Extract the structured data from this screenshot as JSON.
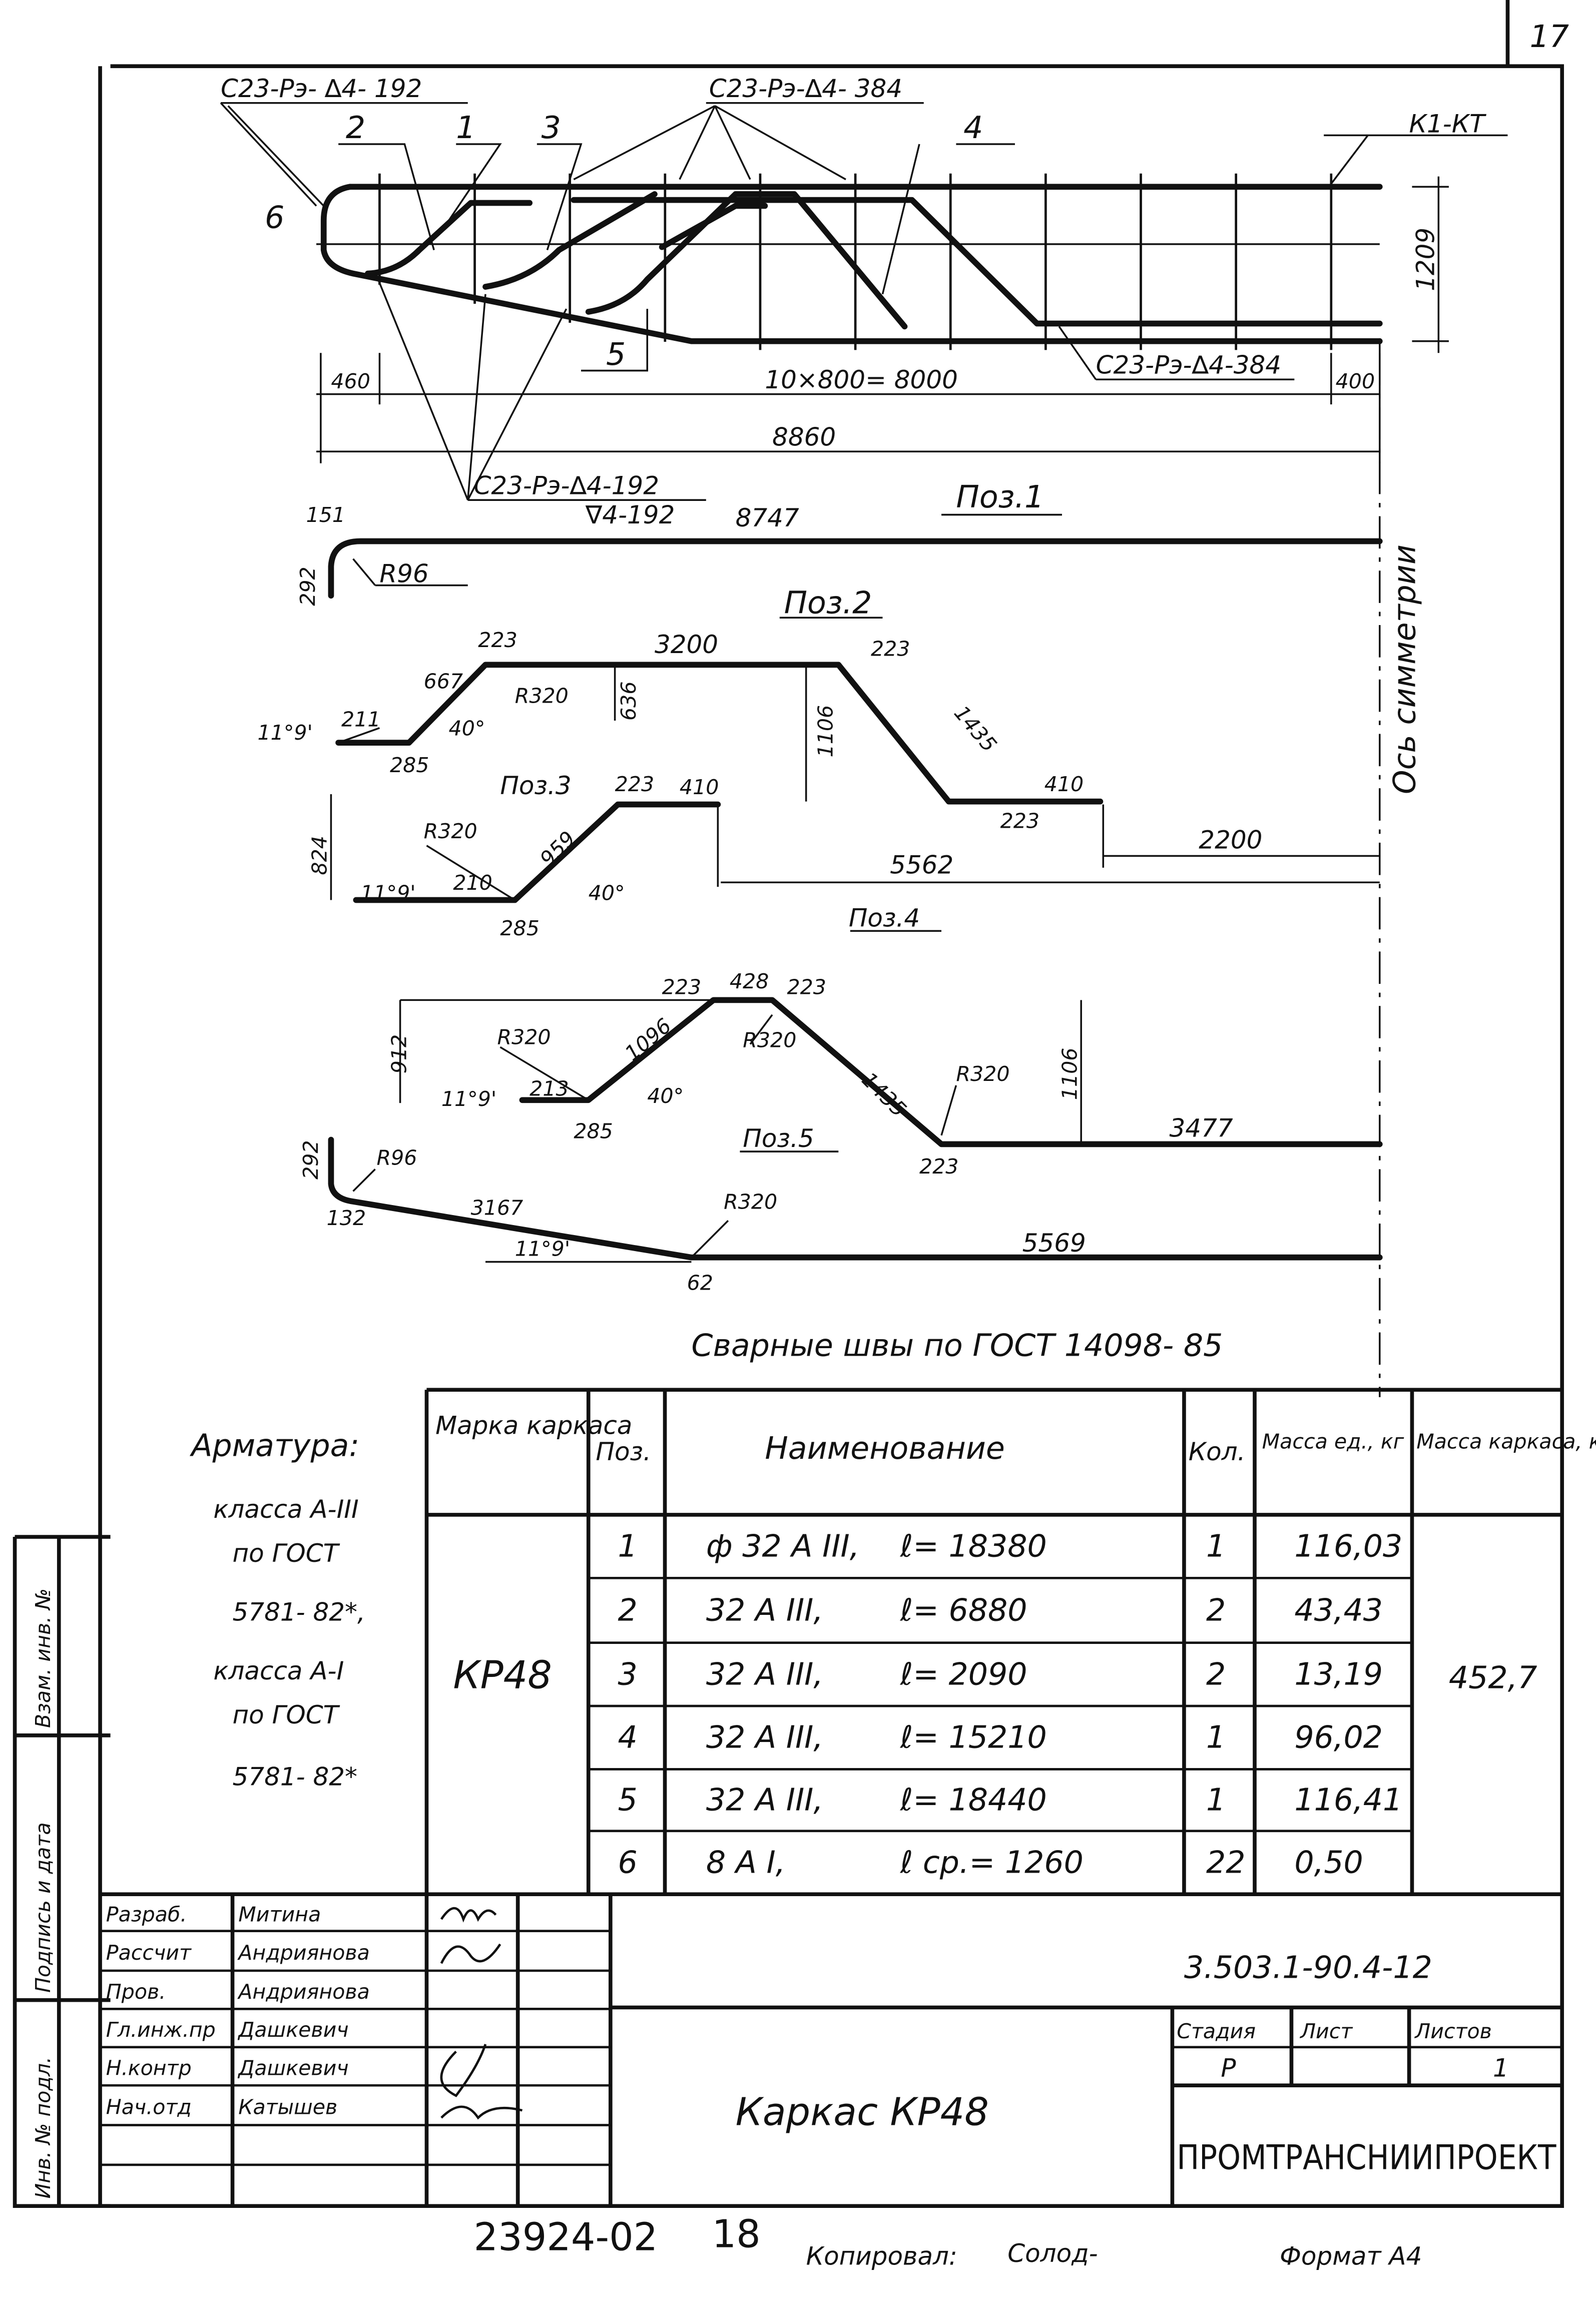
{
  "sheet": {
    "page_number": "17",
    "bottom_code": "23924-02",
    "bottom_num": "18",
    "copied_by": "Копировал:",
    "copied_sign": "Солод-",
    "format": "Формат А4"
  },
  "drawing": {
    "weld_top_left": "С23-Рэ- ∆4- 192",
    "weld_top_mid": "С23-Рэ-∆4- 384",
    "weld_bottom_right": "С23-Рэ-∆4-384",
    "weld_bottom_left": "С23-Рэ-∆4-192",
    "weld_bottom_left_2": "∇4-192",
    "pos_marks": [
      "1",
      "2",
      "3",
      "4",
      "5",
      "6"
    ],
    "frame_mark": "К1-КТ",
    "dim_460": "460",
    "dim_spacing": "10×800= 8000",
    "dim_400": "400",
    "dim_total": "8860",
    "dim_height": "1209",
    "axis_label": "Ось симметрии"
  },
  "pos1": {
    "title": "Поз.1",
    "d151": "151",
    "d292": "292",
    "r96": "R96",
    "len": "8747"
  },
  "pos2": {
    "title": "Поз.2",
    "ang": "11°9'",
    "d211": "211",
    "d285": "285",
    "a40": "40°",
    "d667": "667",
    "d223a": "223",
    "r320": "R320",
    "d636": "636",
    "d3200": "3200",
    "d223b": "223",
    "d1106": "1106",
    "d1435": "1435",
    "d410": "410",
    "d223c": "223"
  },
  "pos3": {
    "title": "Поз.3",
    "r320": "R320",
    "d210": "210",
    "d959": "959",
    "d223": "223",
    "d410": "410",
    "d824": "824",
    "ang": "11°9'",
    "d285": "285",
    "a40": "40°",
    "d5562": "5562",
    "d2200": "2200"
  },
  "pos4": {
    "title": "Поз.4",
    "d912": "912",
    "r320a": "R320",
    "d1096": "1096",
    "d223a": "223",
    "d428": "428",
    "d223b": "223",
    "r320b": "R320",
    "d213": "213",
    "ang": "11°9'",
    "a40": "40°",
    "d285": "285",
    "d1435": "1435",
    "r320c": "R320",
    "d223c": "223",
    "d1106": "1106",
    "d3477": "3477"
  },
  "pos5": {
    "title": "Поз.5",
    "d292": "292",
    "r96": "R96",
    "d132": "132",
    "d3167": "3167",
    "ang": "11°9'",
    "r320": "R320",
    "d62": "62",
    "d5569": "5569"
  },
  "weld_note": "Сварные швы по ГОСТ 14098- 85",
  "material_note": [
    "Арматура:",
    "класса А-III",
    "по ГОСТ",
    "5781- 82*,",
    "класса А-I",
    "по ГОСТ",
    "5781- 82*"
  ],
  "spec_table": {
    "headers": {
      "mark": "Марка каркаса",
      "pos": "Поз.",
      "name": "Наименование",
      "qty": "Кол.",
      "unit_mass": "Масса ед., кг",
      "frame_mass": "Масса каркаса, кг"
    },
    "mark": "КР48",
    "frame_mass": "452,7",
    "rows": [
      {
        "pos": "1",
        "dia": "ф 32 А III,",
        "len": "ℓ= 18380",
        "qty": "1",
        "mass": "116,03"
      },
      {
        "pos": "2",
        "dia": "32 А III,",
        "len": "ℓ= 6880",
        "qty": "2",
        "mass": "43,43"
      },
      {
        "pos": "3",
        "dia": "32 А III,",
        "len": "ℓ= 2090",
        "qty": "2",
        "mass": "13,19"
      },
      {
        "pos": "4",
        "dia": "32 А III,",
        "len": "ℓ= 15210",
        "qty": "1",
        "mass": "96,02"
      },
      {
        "pos": "5",
        "dia": "32 А III,",
        "len": "ℓ= 18440",
        "qty": "1",
        "mass": "116,41"
      },
      {
        "pos": "6",
        "dia": "8 А I,",
        "len": "ℓ ср.= 1260",
        "qty": "22",
        "mass": "0,50"
      }
    ]
  },
  "title_block": {
    "roles": [
      {
        "role": "Разраб.",
        "name": "Митина"
      },
      {
        "role": "Рассчит",
        "name": "Андриянова"
      },
      {
        "role": "Пров.",
        "name": "Андриянова"
      },
      {
        "role": "Гл.инж.пр",
        "name": "Дашкевич"
      },
      {
        "role": "Н.контр",
        "name": "Дашкевич"
      },
      {
        "role": "Нач.отд",
        "name": "Катышев"
      }
    ],
    "doc_code": "3.503.1-90.4-12",
    "title": "Каркас КР48",
    "stage_label": "Стадия",
    "sheet_label": "Лист",
    "sheets_label": "Листов",
    "stage": "Р",
    "sheet": "",
    "sheets": "1",
    "org": "ПРОМТРАНСНИИПРОЕКТ"
  },
  "side_strip": [
    "Взам. инв. №",
    "Подпись и дата",
    "Инв. № подл."
  ]
}
